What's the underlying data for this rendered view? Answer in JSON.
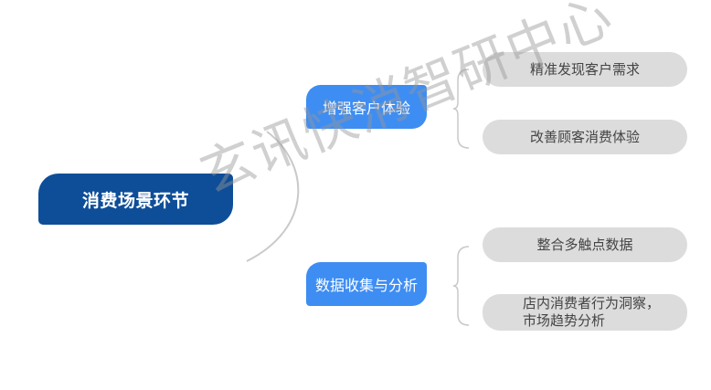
{
  "root": {
    "label": "消费场景环节"
  },
  "branches": [
    {
      "label": "增强客户体验",
      "leaves": [
        {
          "label": "精准发现客户需求"
        },
        {
          "label": "改善顾客消费体验"
        }
      ]
    },
    {
      "label": "数据收集与分析",
      "leaves": [
        {
          "label": "整合多触点数据"
        },
        {
          "line1": "店内消费者行为洞察，",
          "line2": "市场趋势分析"
        }
      ]
    }
  ],
  "watermark": {
    "text": "玄讯快消智研中心"
  },
  "colors": {
    "root": "#0E4E98",
    "branch": "#3E8DF3",
    "leaf": "#DCDCDC",
    "brace": "#C8C8C8"
  }
}
